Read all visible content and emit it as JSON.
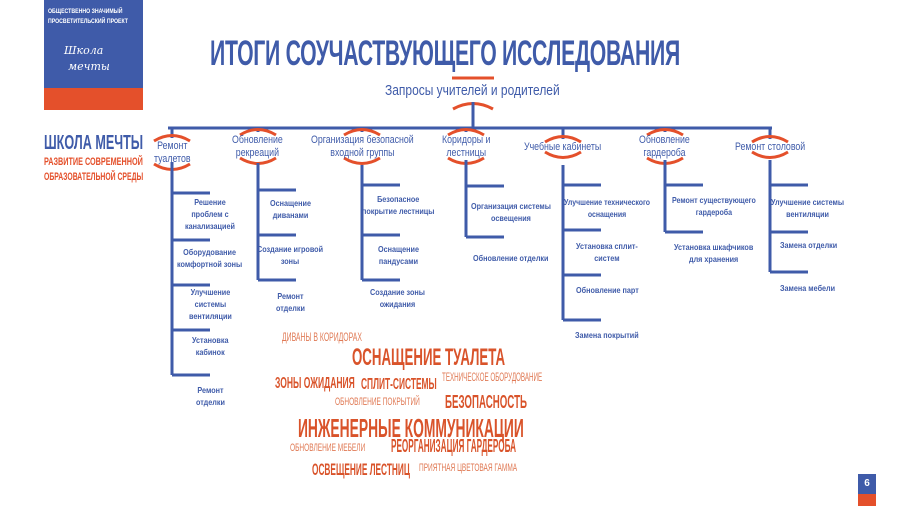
{
  "colors": {
    "blue": "#3f5ba9",
    "orange": "#e4502b"
  },
  "logo": {
    "top_line1": "ОБЩЕСТВЕННО ЗНАЧИМЫЙ",
    "top_line2": "ПРОСВЕТИТЕЛЬСКИЙ ПРОЕКТ",
    "script_line1": "Школа",
    "script_line2": "мечты",
    "brand": "ШКОЛА МЕЧТЫ",
    "subtitle_line1": "РАЗВИТИЕ СОВРЕМЕННОЙ",
    "subtitle_line2": "ОБРАЗОВАТЕЛЬНОЙ СРЕДЫ"
  },
  "title": "ИТОГИ СОУЧАСТВУЮЩЕГО ИССЛЕДОВАНИЯ",
  "root": "Запросы учителей и родителей",
  "branches": [
    {
      "label": [
        "Ремонт",
        "туалетов"
      ],
      "items": [
        [
          "Решение",
          "проблем с",
          "канализацией"
        ],
        [
          "Оборудование",
          "комфортной зоны"
        ],
        [
          "Улучшение",
          "системы",
          "вентиляции"
        ],
        [
          "Установка",
          "кабинок"
        ],
        [
          "Ремонт",
          "отделки"
        ]
      ]
    },
    {
      "label": [
        "Обновление",
        "рекреаций"
      ],
      "items": [
        [
          "Оснащение",
          "диванами"
        ],
        [
          "Создание игровой",
          "зоны"
        ],
        [
          "Ремонт",
          "отделки"
        ]
      ]
    },
    {
      "label": [
        "Организация безопасной",
        "входной группы"
      ],
      "items": [
        [
          "Безопасное",
          "покрытие лестницы"
        ],
        [
          "Оснащение",
          "пандусами"
        ],
        [
          "Создание зоны",
          "ожидания"
        ]
      ]
    },
    {
      "label": [
        "Коридоры и",
        "лестницы"
      ],
      "items": [
        [
          "Организация системы",
          "освещения"
        ],
        [
          "Обновление отделки"
        ]
      ]
    },
    {
      "label": [
        "Учебные кабинеты"
      ],
      "items": [
        [
          "Улучшение технического",
          "оснащения"
        ],
        [
          "Установка сплит-",
          "систем"
        ],
        [
          "Обновление парт"
        ],
        [
          "Замена покрытий"
        ]
      ]
    },
    {
      "label": [
        "Обновление",
        "гардероба"
      ],
      "items": [
        [
          "Ремонт существующего",
          "гардероба"
        ],
        [
          "Установка шкафчиков",
          "для хранения"
        ]
      ]
    },
    {
      "label": [
        "Ремонт столовой"
      ],
      "items": [
        [
          "Улучшение системы",
          "вентиляции"
        ],
        [
          "Замена отделки"
        ],
        [
          "Замена мебели"
        ]
      ]
    }
  ],
  "word_cloud": [
    "ДИВАНЫ В КОРИДОРАХ",
    "ОСНАЩЕНИЕ ТУАЛЕТА",
    "ЗОНЫ ОЖИДАНИЯ",
    "СПЛИТ-СИСТЕМЫ",
    "ТЕХНИЧЕСКОЕ ОБОРУДОВАНИЕ",
    "ОБНОВЛЕНИЕ ПОКРЫТИЙ",
    "БЕЗОПАСНОСТЬ",
    "ИНЖЕНЕРНЫЕ КОММУНИКАЦИИ",
    "ОБНОВЛЕНИЕ МЕБЕЛИ",
    "РЕОРГАНИЗАЦИЯ ГАРДЕРОБА",
    "ОСВЕЩЕНИЕ ЛЕСТНИЦ",
    "ПРИЯТНАЯ ЦВЕТОВАЯ ГАММА"
  ],
  "page_number": "6"
}
